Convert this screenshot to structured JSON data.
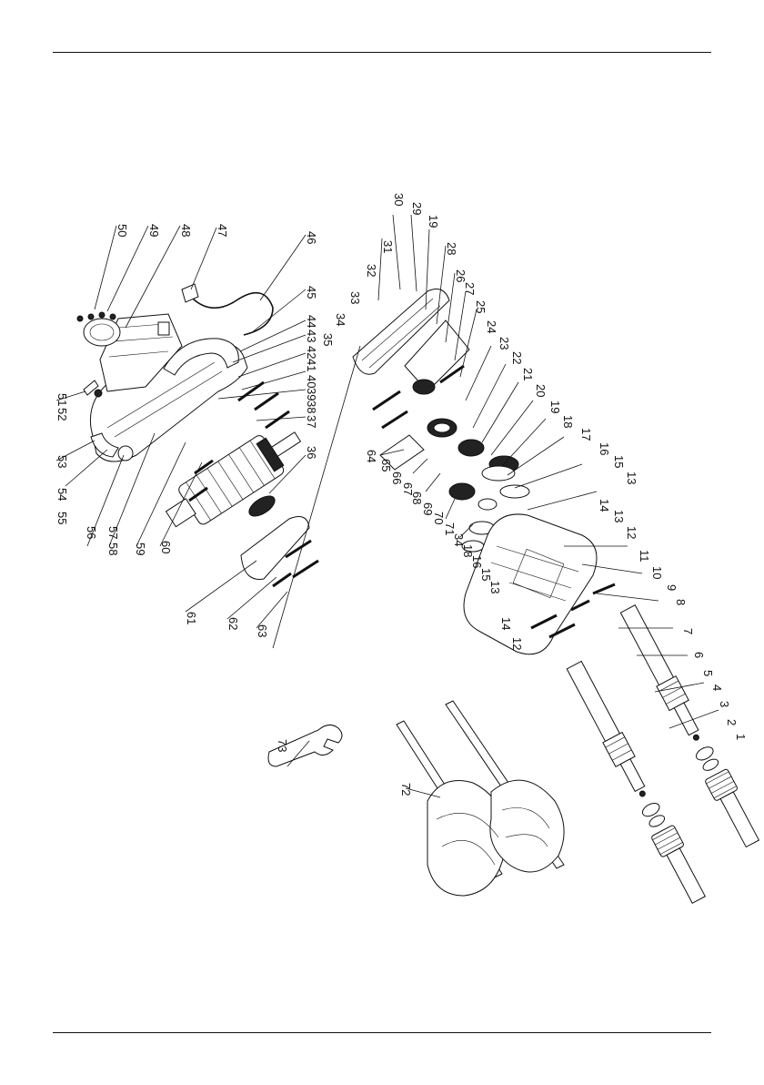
{
  "callouts_left": [
    "50",
    "49",
    "48",
    "47",
    "46",
    "45",
    "44",
    "43",
    "42",
    "41",
    "40",
    "39",
    "38",
    "37",
    "36",
    "51",
    "52",
    "53",
    "54",
    "55",
    "56",
    "57",
    "58",
    "59",
    "60",
    "61",
    "62",
    "63"
  ],
  "callouts_right": [
    "30",
    "29",
    "19",
    "31",
    "28",
    "32",
    "26",
    "33",
    "27",
    "25",
    "34",
    "24",
    "35",
    "23",
    "22",
    "21",
    "20",
    "19",
    "18",
    "17",
    "16",
    "15",
    "13",
    "14",
    "13",
    "12",
    "11",
    "10",
    "9",
    "8",
    "7",
    "6",
    "5",
    "4",
    "3",
    "2",
    "1"
  ],
  "callouts_mid": [
    "64",
    "65",
    "66",
    "67",
    "68",
    "69",
    "70",
    "71",
    "34",
    "18",
    "16",
    "15",
    "13",
    "14",
    "12"
  ],
  "callouts_tools": [
    "73",
    "72"
  ]
}
